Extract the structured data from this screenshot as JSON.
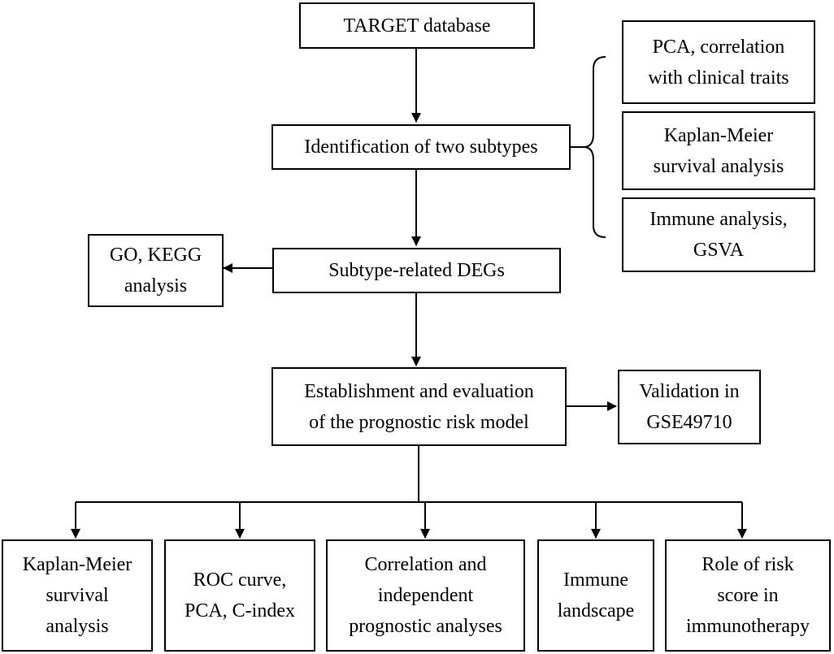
{
  "diagram": {
    "nodes": {
      "target_db": "TARGET database",
      "identification": "Identification of two subtypes",
      "subtype_degs": "Subtype-related DEGs",
      "go_kegg": "GO, KEGG\nanalysis",
      "pca_corr": "PCA, correlation\nwith clinical traits",
      "km_subtype": "Kaplan-Meier\nsurvival analysis",
      "immune_gsva": "Immune analysis,\nGSVA",
      "establishment": "Establishment and evaluation\nof the prognostic risk model",
      "validation": "Validation in\nGSE49710",
      "km_risk": "Kaplan-Meier\nsurvival\nanalysis",
      "roc": "ROC curve,\nPCA, C-index",
      "correlation": "Correlation and\nindependent\nprognostic analyses",
      "immune_landscape": "Immune\nlandscape",
      "immunotherapy": "Role of risk\nscore in\nimmunotherapy"
    },
    "edges": [
      [
        "target_db",
        "identification"
      ],
      [
        "identification",
        "subtype_degs"
      ],
      [
        "subtype_degs",
        "go_kegg"
      ],
      [
        "subtype_degs",
        "establishment"
      ],
      [
        "establishment",
        "validation"
      ],
      [
        "establishment",
        "km_risk"
      ],
      [
        "establishment",
        "roc"
      ],
      [
        "establishment",
        "correlation"
      ],
      [
        "establishment",
        "immune_landscape"
      ],
      [
        "establishment",
        "immunotherapy"
      ],
      [
        "identification",
        "pca_corr"
      ],
      [
        "identification",
        "km_subtype"
      ],
      [
        "identification",
        "immune_gsva"
      ]
    ]
  }
}
